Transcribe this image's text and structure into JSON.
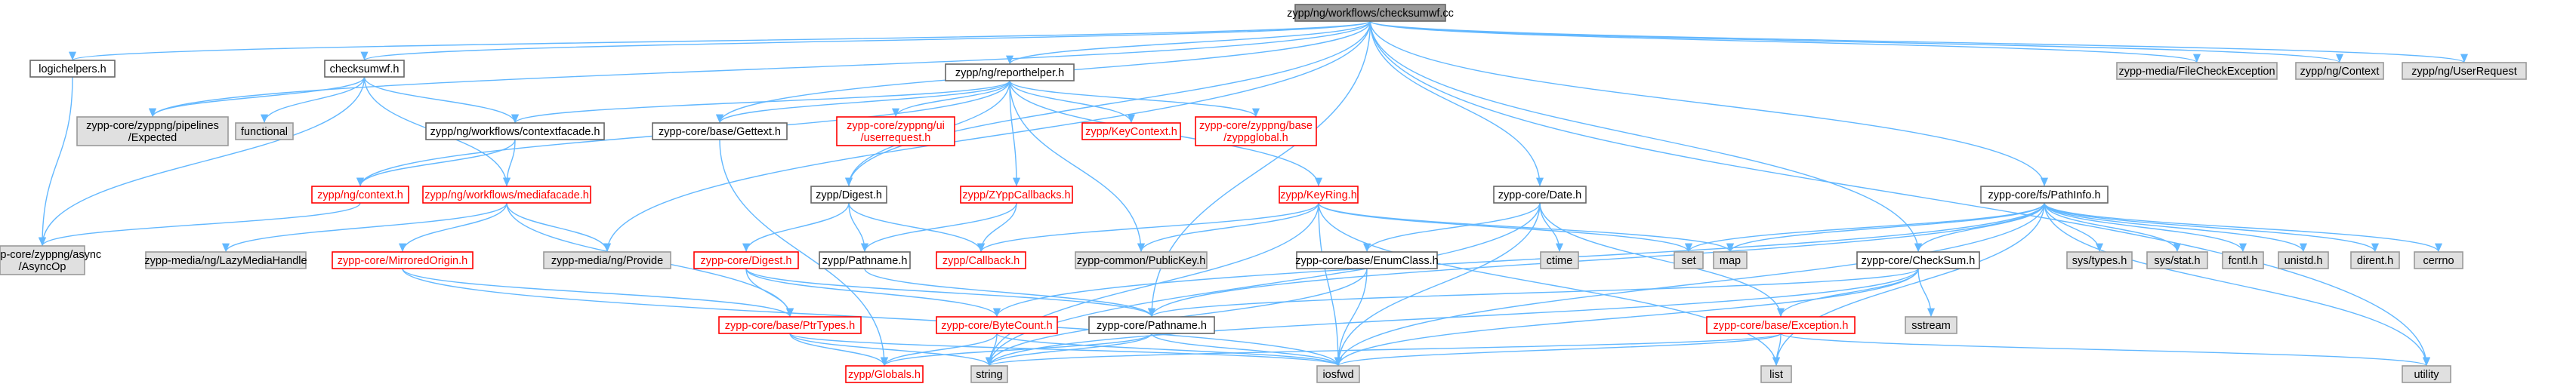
{
  "palette": {
    "root_fill": "#999999",
    "root_stroke": "#666666",
    "normal_stroke": "#666666",
    "normal_fill": "#ffffff",
    "external_fill": "#e0e0e0",
    "external_stroke": "#999999",
    "incomplete_stroke": "#ff0000",
    "incomplete_text": "#ff0000",
    "edge": "#63b8ff",
    "text": "#000000"
  },
  "nodes": [
    {
      "id": "root",
      "lines": [
        "zypp/ng/workflows/checksumwf.cc"
      ],
      "kind": "root"
    },
    {
      "id": "logichelpers",
      "lines": [
        "logichelpers.h"
      ],
      "kind": "normal"
    },
    {
      "id": "checksumwf_h",
      "lines": [
        "checksumwf.h"
      ],
      "kind": "normal"
    },
    {
      "id": "reporthelper",
      "lines": [
        "zypp/ng/reporthelper.h"
      ],
      "kind": "normal"
    },
    {
      "id": "filecheckexc",
      "lines": [
        "zypp-media/FileCheckException"
      ],
      "kind": "external"
    },
    {
      "id": "ngcontext",
      "lines": [
        "zypp/ng/Context"
      ],
      "kind": "external"
    },
    {
      "id": "userrequest",
      "lines": [
        "zypp/ng/UserRequest"
      ],
      "kind": "external"
    },
    {
      "id": "pipelines_expected",
      "lines": [
        "zypp-core/zyppng/pipelines",
        "/Expected"
      ],
      "kind": "external"
    },
    {
      "id": "functional",
      "lines": [
        "functional"
      ],
      "kind": "external"
    },
    {
      "id": "contextfacade",
      "lines": [
        "zypp/ng/workflows/contextfacade.h"
      ],
      "kind": "normal"
    },
    {
      "id": "gettext",
      "lines": [
        "zypp-core/base/Gettext.h"
      ],
      "kind": "normal"
    },
    {
      "id": "ui_userrequest",
      "lines": [
        "zypp-core/zyppng/ui",
        "/userrequest.h"
      ],
      "kind": "incomplete"
    },
    {
      "id": "keycontext",
      "lines": [
        "zypp/KeyContext.h"
      ],
      "kind": "incomplete"
    },
    {
      "id": "zyppglobal",
      "lines": [
        "zypp-core/zyppng/base",
        "/zyppglobal.h"
      ],
      "kind": "incomplete"
    },
    {
      "id": "date",
      "lines": [
        "zypp-core/Date.h"
      ],
      "kind": "normal"
    },
    {
      "id": "pathinfo",
      "lines": [
        "zypp-core/fs/PathInfo.h"
      ],
      "kind": "normal"
    },
    {
      "id": "ngcontext_h",
      "lines": [
        "zypp/ng/context.h"
      ],
      "kind": "incomplete"
    },
    {
      "id": "mediafacade",
      "lines": [
        "zypp/ng/workflows/mediafacade.h"
      ],
      "kind": "incomplete"
    },
    {
      "id": "digest_h",
      "lines": [
        "zypp/Digest.h"
      ],
      "kind": "normal"
    },
    {
      "id": "zyppcallbacks",
      "lines": [
        "zypp/ZYppCallbacks.h"
      ],
      "kind": "incomplete"
    },
    {
      "id": "keyring",
      "lines": [
        "zypp/KeyRing.h"
      ],
      "kind": "incomplete"
    },
    {
      "id": "asyncop",
      "lines": [
        "zypp-core/zyppng/async",
        "/AsyncOp"
      ],
      "kind": "external"
    },
    {
      "id": "lazymedia",
      "lines": [
        "zypp-media/ng/LazyMediaHandle"
      ],
      "kind": "external"
    },
    {
      "id": "provide",
      "lines": [
        "zypp-media/ng/Provide"
      ],
      "kind": "external"
    },
    {
      "id": "mirroredorigin",
      "lines": [
        "zypp-core/MirroredOrigin.h"
      ],
      "kind": "incomplete"
    },
    {
      "id": "coredigest",
      "lines": [
        "zypp-core/Digest.h"
      ],
      "kind": "incomplete"
    },
    {
      "id": "pathname_zypp",
      "lines": [
        "zypp/Pathname.h"
      ],
      "kind": "normal"
    },
    {
      "id": "callback",
      "lines": [
        "zypp/Callback.h"
      ],
      "kind": "incomplete"
    },
    {
      "id": "publickey",
      "lines": [
        "zypp-common/PublicKey.h"
      ],
      "kind": "external"
    },
    {
      "id": "enumclass",
      "lines": [
        "zypp-core/base/EnumClass.h"
      ],
      "kind": "normal"
    },
    {
      "id": "ctime",
      "lines": [
        "ctime"
      ],
      "kind": "external"
    },
    {
      "id": "set",
      "lines": [
        "set"
      ],
      "kind": "external"
    },
    {
      "id": "map",
      "lines": [
        "map"
      ],
      "kind": "external"
    },
    {
      "id": "checksum",
      "lines": [
        "zypp-core/CheckSum.h"
      ],
      "kind": "normal"
    },
    {
      "id": "systypes",
      "lines": [
        "sys/types.h"
      ],
      "kind": "external"
    },
    {
      "id": "sysstat",
      "lines": [
        "sys/stat.h"
      ],
      "kind": "external"
    },
    {
      "id": "fcntl",
      "lines": [
        "fcntl.h"
      ],
      "kind": "external"
    },
    {
      "id": "unistd",
      "lines": [
        "unistd.h"
      ],
      "kind": "external"
    },
    {
      "id": "dirent",
      "lines": [
        "dirent.h"
      ],
      "kind": "external"
    },
    {
      "id": "cerrno",
      "lines": [
        "cerrno"
      ],
      "kind": "external"
    },
    {
      "id": "sstream",
      "lines": [
        "sstream"
      ],
      "kind": "external"
    },
    {
      "id": "ptrtypes",
      "lines": [
        "zypp-core/base/PtrTypes.h"
      ],
      "kind": "incomplete"
    },
    {
      "id": "bytecount",
      "lines": [
        "zypp-core/ByteCount.h"
      ],
      "kind": "incomplete"
    },
    {
      "id": "corepathname",
      "lines": [
        "zypp-core/Pathname.h"
      ],
      "kind": "normal"
    },
    {
      "id": "exception",
      "lines": [
        "zypp-core/base/Exception.h"
      ],
      "kind": "incomplete"
    },
    {
      "id": "globals",
      "lines": [
        "zypp/Globals.h"
      ],
      "kind": "incomplete"
    },
    {
      "id": "string",
      "lines": [
        "string"
      ],
      "kind": "external"
    },
    {
      "id": "iosfwd",
      "lines": [
        "iosfwd"
      ],
      "kind": "external"
    },
    {
      "id": "list",
      "lines": [
        "list"
      ],
      "kind": "external"
    },
    {
      "id": "utility",
      "lines": [
        "utility"
      ],
      "kind": "external"
    }
  ],
  "edges": [
    [
      "root",
      "logichelpers"
    ],
    [
      "root",
      "checksumwf_h"
    ],
    [
      "root",
      "reporthelper"
    ],
    [
      "root",
      "filecheckexc"
    ],
    [
      "root",
      "ngcontext"
    ],
    [
      "root",
      "userrequest"
    ],
    [
      "root",
      "pipelines_expected"
    ],
    [
      "root",
      "gettext"
    ],
    [
      "root",
      "digest_h"
    ],
    [
      "root",
      "date"
    ],
    [
      "root",
      "pathinfo"
    ],
    [
      "root",
      "provide"
    ],
    [
      "root",
      "checksum"
    ],
    [
      "root",
      "corepathname"
    ],
    [
      "root",
      "utility"
    ],
    [
      "logichelpers",
      "asyncop"
    ],
    [
      "checksumwf_h",
      "pipelines_expected"
    ],
    [
      "checksumwf_h",
      "functional"
    ],
    [
      "checksumwf_h",
      "contextfacade"
    ],
    [
      "checksumwf_h",
      "mediafacade"
    ],
    [
      "checksumwf_h",
      "asyncop"
    ],
    [
      "reporthelper",
      "contextfacade"
    ],
    [
      "reporthelper",
      "gettext"
    ],
    [
      "reporthelper",
      "ui_userrequest"
    ],
    [
      "reporthelper",
      "keycontext"
    ],
    [
      "reporthelper",
      "zyppglobal"
    ],
    [
      "reporthelper",
      "keyring"
    ],
    [
      "reporthelper",
      "digest_h"
    ],
    [
      "reporthelper",
      "zyppcallbacks"
    ],
    [
      "reporthelper",
      "ngcontext_h"
    ],
    [
      "reporthelper",
      "publickey"
    ],
    [
      "contextfacade",
      "ngcontext_h"
    ],
    [
      "contextfacade",
      "mediafacade"
    ],
    [
      "ngcontext_h",
      "asyncop"
    ],
    [
      "mediafacade",
      "lazymedia"
    ],
    [
      "mediafacade",
      "provide"
    ],
    [
      "mediafacade",
      "mirroredorigin"
    ],
    [
      "mediafacade",
      "ptrtypes"
    ],
    [
      "mirroredorigin",
      "ptrtypes"
    ],
    [
      "mirroredorigin",
      "iosfwd"
    ],
    [
      "gettext",
      "globals"
    ],
    [
      "digest_h",
      "coredigest"
    ],
    [
      "digest_h",
      "pathname_zypp"
    ],
    [
      "digest_h",
      "callback"
    ],
    [
      "zyppcallbacks",
      "pathname_zypp"
    ],
    [
      "zyppcallbacks",
      "callback"
    ],
    [
      "keyring",
      "callback"
    ],
    [
      "keyring",
      "publickey"
    ],
    [
      "keyring",
      "set"
    ],
    [
      "keyring",
      "map"
    ],
    [
      "keyring",
      "list"
    ],
    [
      "keyring",
      "string"
    ],
    [
      "keyring",
      "iosfwd"
    ],
    [
      "coredigest",
      "ptrtypes"
    ],
    [
      "coredigest",
      "bytecount"
    ],
    [
      "coredigest",
      "corepathname"
    ],
    [
      "pathname_zypp",
      "corepathname"
    ],
    [
      "date",
      "ctime"
    ],
    [
      "date",
      "enumclass"
    ],
    [
      "date",
      "exception"
    ],
    [
      "date",
      "string"
    ],
    [
      "date",
      "iosfwd"
    ],
    [
      "enumclass",
      "string"
    ],
    [
      "enumclass",
      "iosfwd"
    ],
    [
      "pathinfo",
      "set"
    ],
    [
      "pathinfo",
      "map"
    ],
    [
      "pathinfo",
      "checksum"
    ],
    [
      "pathinfo",
      "systypes"
    ],
    [
      "pathinfo",
      "sysstat"
    ],
    [
      "pathinfo",
      "fcntl"
    ],
    [
      "pathinfo",
      "unistd"
    ],
    [
      "pathinfo",
      "dirent"
    ],
    [
      "pathinfo",
      "cerrno"
    ],
    [
      "pathinfo",
      "utility"
    ],
    [
      "pathinfo",
      "corepathname"
    ],
    [
      "pathinfo",
      "bytecount"
    ],
    [
      "pathinfo",
      "iosfwd"
    ],
    [
      "pathinfo",
      "list"
    ],
    [
      "checksum",
      "sstream"
    ],
    [
      "checksum",
      "exception"
    ],
    [
      "checksum",
      "corepathname"
    ],
    [
      "checksum",
      "string"
    ],
    [
      "checksum",
      "iosfwd"
    ],
    [
      "ptrtypes",
      "globals"
    ],
    [
      "ptrtypes",
      "string"
    ],
    [
      "ptrtypes",
      "iosfwd"
    ],
    [
      "bytecount",
      "globals"
    ],
    [
      "bytecount",
      "string"
    ],
    [
      "bytecount",
      "iosfwd"
    ],
    [
      "corepathname",
      "globals"
    ],
    [
      "corepathname",
      "string"
    ],
    [
      "corepathname",
      "iosfwd"
    ],
    [
      "exception",
      "list"
    ],
    [
      "exception",
      "string"
    ],
    [
      "exception",
      "iosfwd"
    ],
    [
      "exception",
      "utility"
    ]
  ]
}
